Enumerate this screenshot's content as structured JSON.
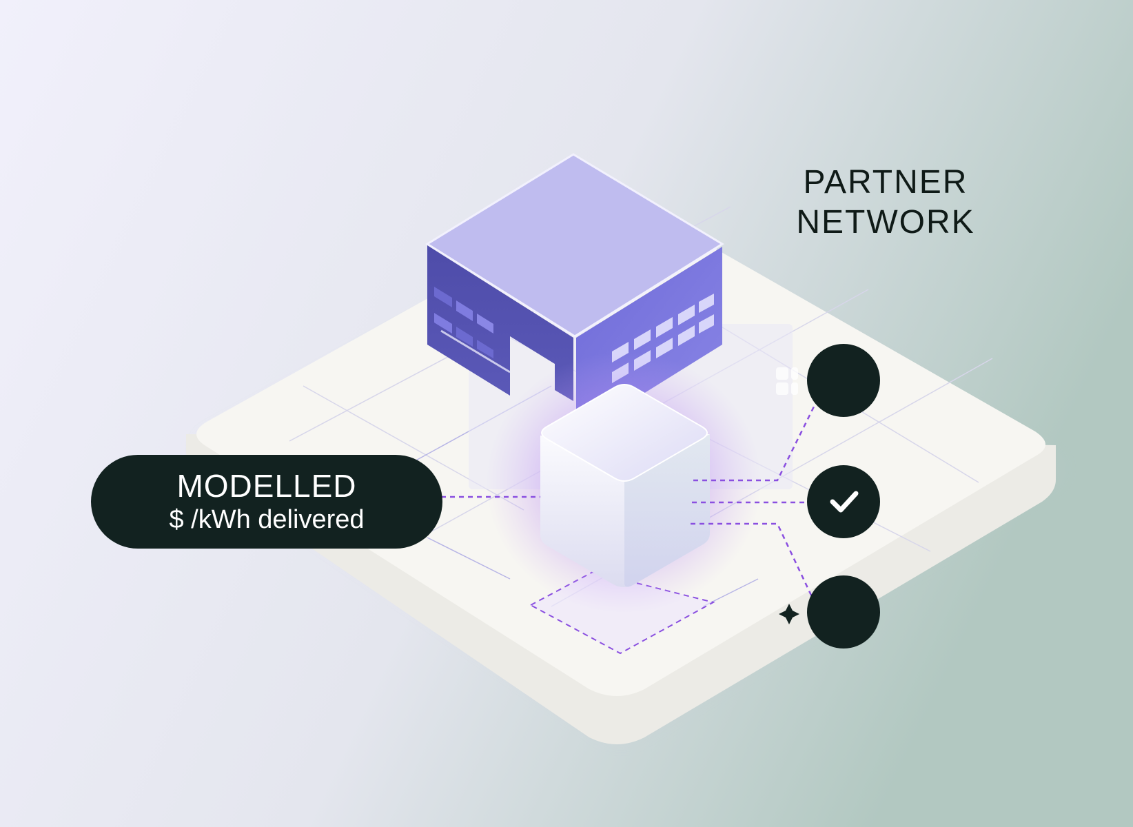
{
  "partner_network": {
    "title_line1": "PARTNER",
    "title_line2": "NETWORK",
    "nodes": [
      {
        "icon": "dot-icon",
        "state": "empty"
      },
      {
        "icon": "check-icon",
        "state": "checked"
      },
      {
        "icon": "dot-icon",
        "state": "empty"
      }
    ]
  },
  "metric_pill": {
    "title": "MODELLED",
    "subtitle": "$ /kWh delivered"
  },
  "colors": {
    "pill_bg": "#122220",
    "node_fill": "#122220",
    "connector": "#8a4fe0",
    "building_roof": "#bfbcef",
    "building_left_wall": "#5553b0",
    "building_right_wall": "#7a76dd",
    "platform": "#f7f6f2"
  }
}
